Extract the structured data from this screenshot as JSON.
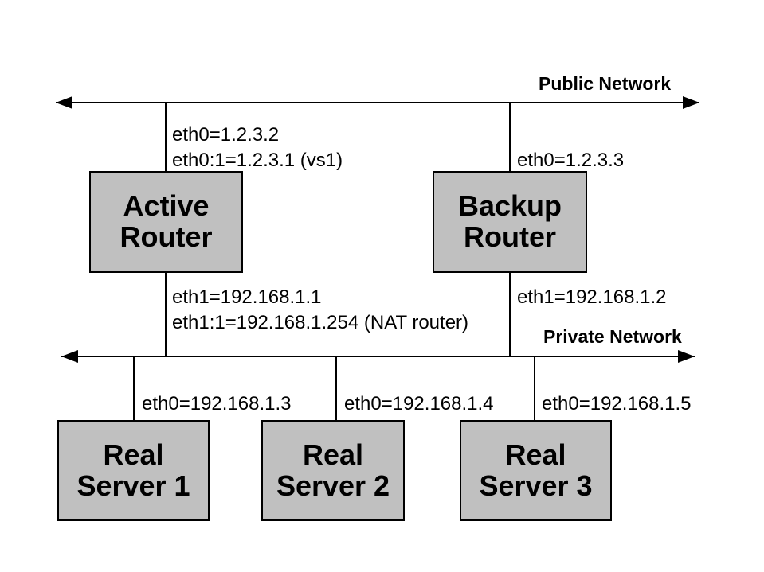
{
  "diagram": {
    "public_network": {
      "label": "Public Network"
    },
    "private_network": {
      "label": "Private Network"
    },
    "colors": {
      "background": "#ffffff",
      "node_fill": "#c0c0c0",
      "node_border": "#000000",
      "line": "#000000",
      "text": "#000000"
    },
    "nodes": {
      "active_router": {
        "label_line1": "Active",
        "label_line2": "Router",
        "public_ip": "eth0=1.2.3.2",
        "public_ip_alias": "eth0:1=1.2.3.1 (vs1)",
        "private_ip": "eth1=192.168.1.1",
        "private_ip_alias": "eth1:1=192.168.1.254 (NAT router)"
      },
      "backup_router": {
        "label_line1": "Backup",
        "label_line2": "Router",
        "public_ip": "eth0=1.2.3.3",
        "private_ip": "eth1=192.168.1.2"
      },
      "real_server_1": {
        "label_line1": "Real",
        "label_line2": "Server 1",
        "ip": "eth0=192.168.1.3"
      },
      "real_server_2": {
        "label_line1": "Real",
        "label_line2": "Server 2",
        "ip": "eth0=192.168.1.4"
      },
      "real_server_3": {
        "label_line1": "Real",
        "label_line2": "Server 3",
        "ip": "eth0=192.168.1.5"
      }
    }
  }
}
